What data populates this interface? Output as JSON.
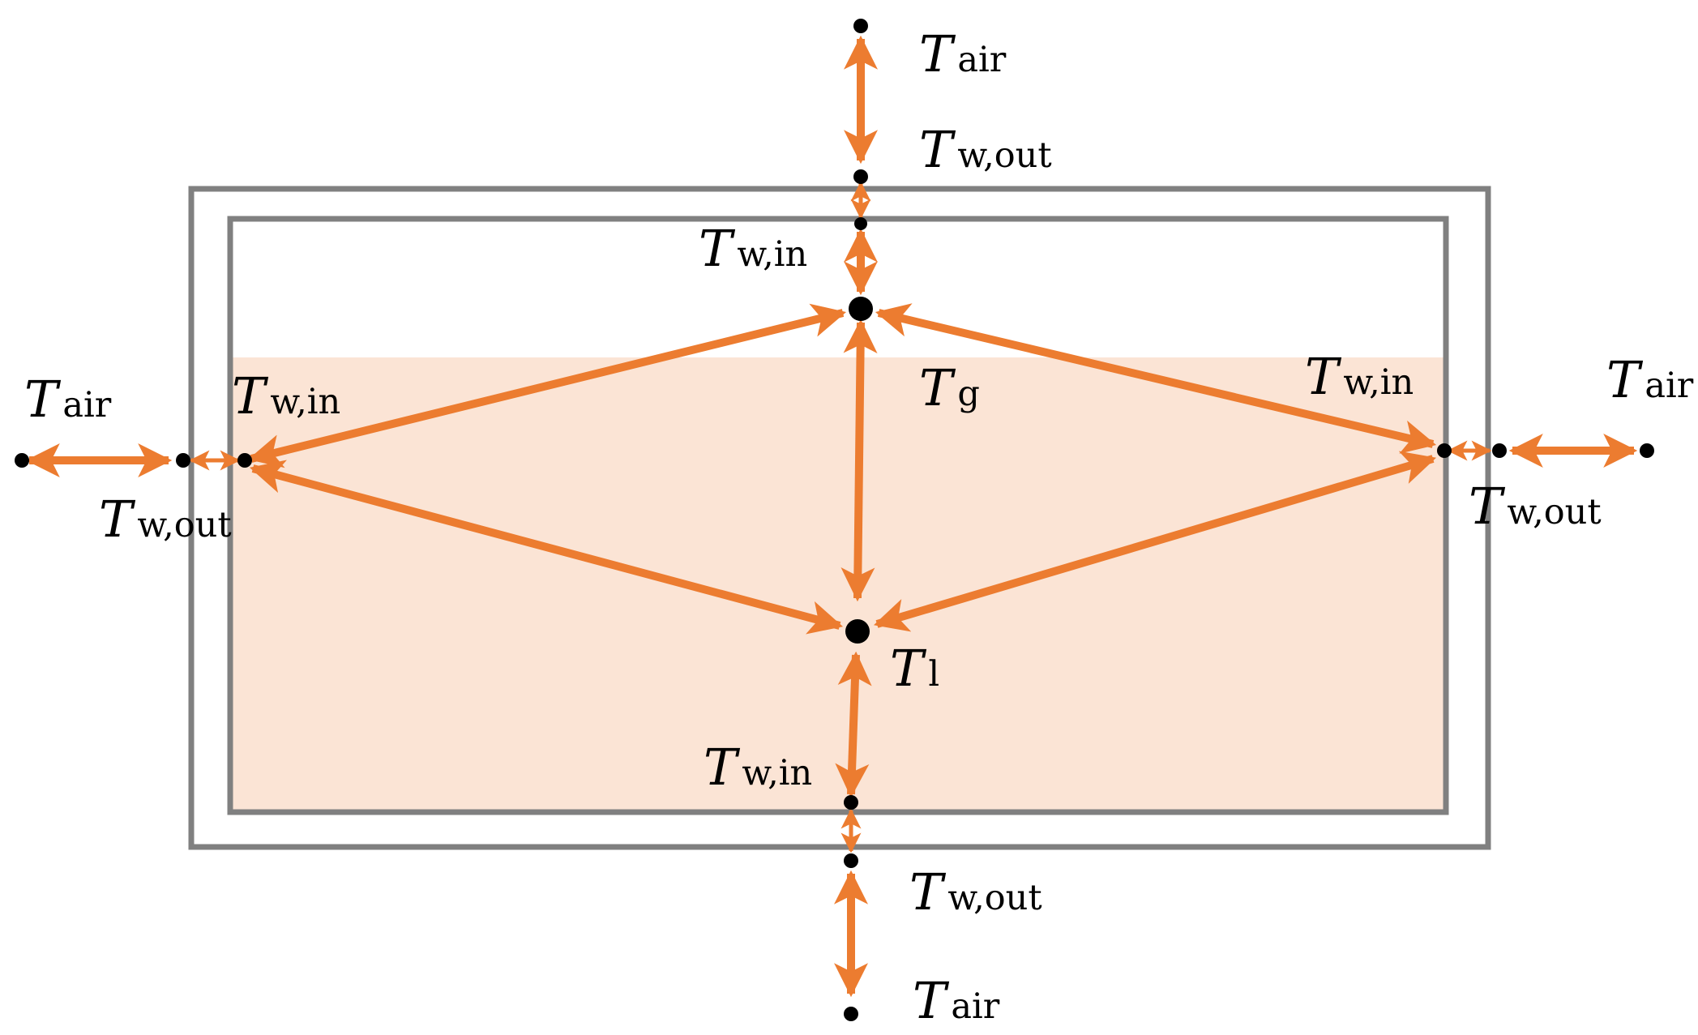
{
  "colors": {
    "arrow": "#ec7c30",
    "liquid_fill": "#fbe4d5",
    "wall_stroke": "#808080",
    "node": "#000000"
  },
  "labels": {
    "top_air": {
      "main": "T",
      "sub": "air"
    },
    "top_wall_out": {
      "main": "T",
      "sub": "w,out"
    },
    "top_wall_in": {
      "main": "T",
      "sub": "w,in"
    },
    "gas": {
      "main": "T",
      "sub": "g"
    },
    "liquid": {
      "main": "T",
      "sub": "l"
    },
    "left_air": {
      "main": "T",
      "sub": "air"
    },
    "left_wall_in": {
      "main": "T",
      "sub": "w,in"
    },
    "left_wall_out": {
      "main": "T",
      "sub": "w,out"
    },
    "right_air": {
      "main": "T",
      "sub": "air"
    },
    "right_wall_in": {
      "main": "T",
      "sub": "w,in"
    },
    "right_wall_out": {
      "main": "T",
      "sub": "w,out"
    },
    "bottom_wall_in": {
      "main": "T",
      "sub": "w,in"
    },
    "bottom_wall_out": {
      "main": "T",
      "sub": "w,out"
    },
    "bottom_air": {
      "main": "T",
      "sub": "air"
    }
  }
}
